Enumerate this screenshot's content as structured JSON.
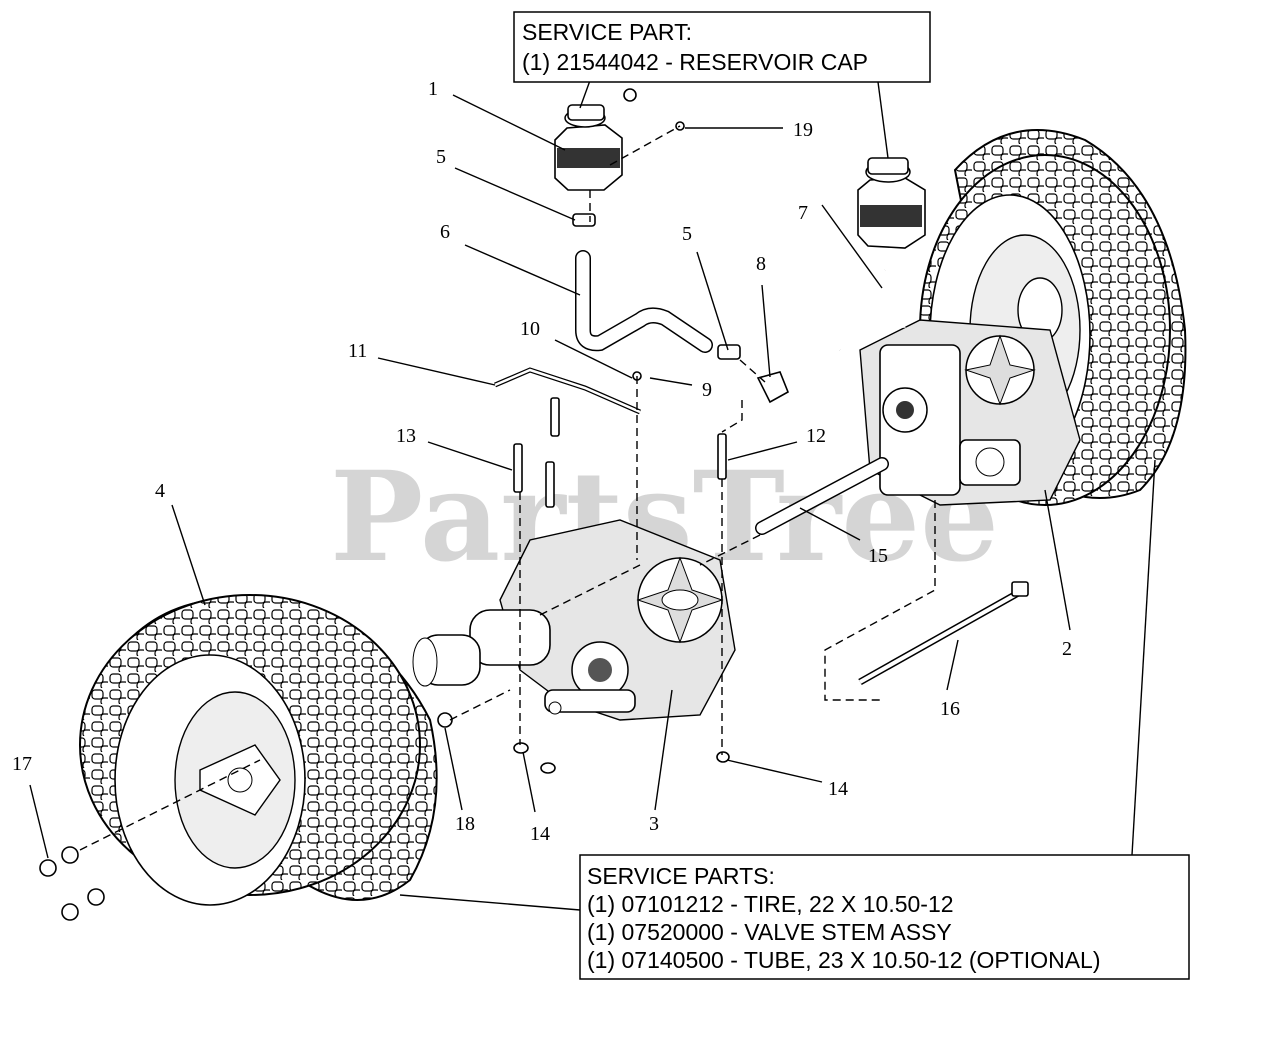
{
  "watermark": "PartsTree",
  "service_box_top": {
    "line1": "SERVICE PART:",
    "line2": "(1) 21544042 - RESERVOIR CAP"
  },
  "service_box_bottom": {
    "line1": "SERVICE PARTS:",
    "line2": "(1) 07101212 - TIRE, 22 X 10.50-12",
    "line3": "(1) 07520000 - VALVE STEM ASSY",
    "line4": "(1) 07140500 - TUBE, 23 X 10.50-12 (OPTIONAL)"
  },
  "callouts": {
    "c1": "1",
    "c2": "2",
    "c3": "3",
    "c4": "4",
    "c5a": "5",
    "c5b": "5",
    "c6": "6",
    "c7": "7",
    "c8": "8",
    "c9": "9",
    "c10": "10",
    "c11": "11",
    "c12": "12",
    "c13": "13",
    "c14a": "14",
    "c14b": "14",
    "c15": "15",
    "c16": "16",
    "c17": "17",
    "c18": "18",
    "c19": "19"
  }
}
